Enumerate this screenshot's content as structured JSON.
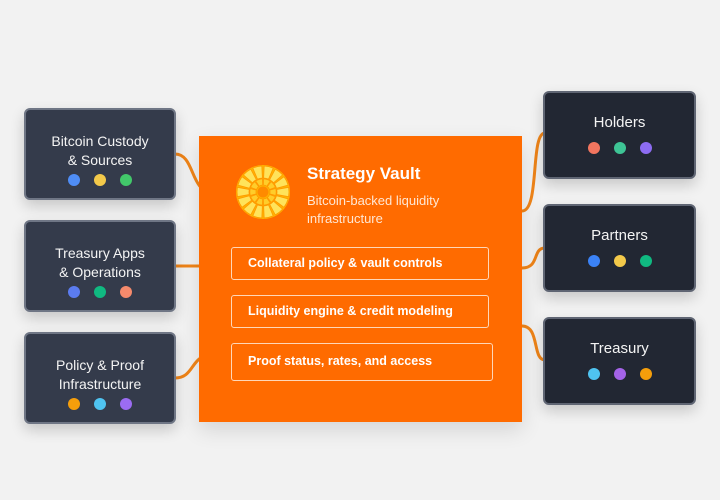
{
  "vault": {
    "title": "Strategy Vault",
    "subtitle": "Bitcoin-backed liquidity infrastructure",
    "logo_icon": "sunburst-logo-icon",
    "features": [
      "Collateral policy & vault controls",
      "Liquidity engine & credit modeling",
      "Proof status, rates, and access"
    ]
  },
  "sources": [
    {
      "label": "Bitcoin Custody\n& Sources",
      "dots": [
        "#4f8df5",
        "#f3c94a",
        "#42c86a"
      ]
    },
    {
      "label": "Treasury Apps\n& Operations",
      "dots": [
        "#5b7cf0",
        "#10b981",
        "#f58a6c"
      ]
    },
    {
      "label": "Policy & Proof\nInfrastructure",
      "dots": [
        "#f59e0b",
        "#4fc3f0",
        "#9b6cf2"
      ]
    }
  ],
  "targets": [
    {
      "label": "Holders",
      "dots": [
        "#f2755f",
        "#3ec495",
        "#8d6cf2"
      ]
    },
    {
      "label": "Partners",
      "dots": [
        "#3b82f6",
        "#f3c94a",
        "#10b981"
      ]
    },
    {
      "label": "Treasury",
      "dots": [
        "#4fc3f0",
        "#a463e8",
        "#f59e0b"
      ]
    }
  ],
  "colors": {
    "accent": "#ff6b00",
    "connector": "#f08519",
    "card_dark": "#222733",
    "card_slate": "#343b4b",
    "background": "#f2f2f2"
  }
}
